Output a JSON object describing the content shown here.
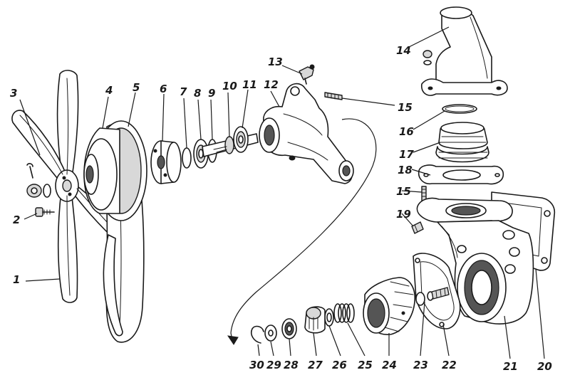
{
  "callouts": [
    {
      "n": "1"
    },
    {
      "n": "2"
    },
    {
      "n": "3"
    },
    {
      "n": "4"
    },
    {
      "n": "5"
    },
    {
      "n": "6"
    },
    {
      "n": "7"
    },
    {
      "n": "8"
    },
    {
      "n": "9"
    },
    {
      "n": "10"
    },
    {
      "n": "11"
    },
    {
      "n": "12"
    },
    {
      "n": "13"
    },
    {
      "n": "14"
    },
    {
      "n": "15"
    },
    {
      "n": "16"
    },
    {
      "n": "17"
    },
    {
      "n": "18"
    },
    {
      "n": "15"
    },
    {
      "n": "19"
    },
    {
      "n": "20"
    },
    {
      "n": "21"
    },
    {
      "n": "22"
    },
    {
      "n": "23"
    },
    {
      "n": "24"
    },
    {
      "n": "25"
    },
    {
      "n": "26"
    },
    {
      "n": "27"
    },
    {
      "n": "28"
    },
    {
      "n": "29"
    },
    {
      "n": "30"
    }
  ],
  "colors": {
    "ink": "#1a1a1a",
    "paper": "#ffffff"
  }
}
